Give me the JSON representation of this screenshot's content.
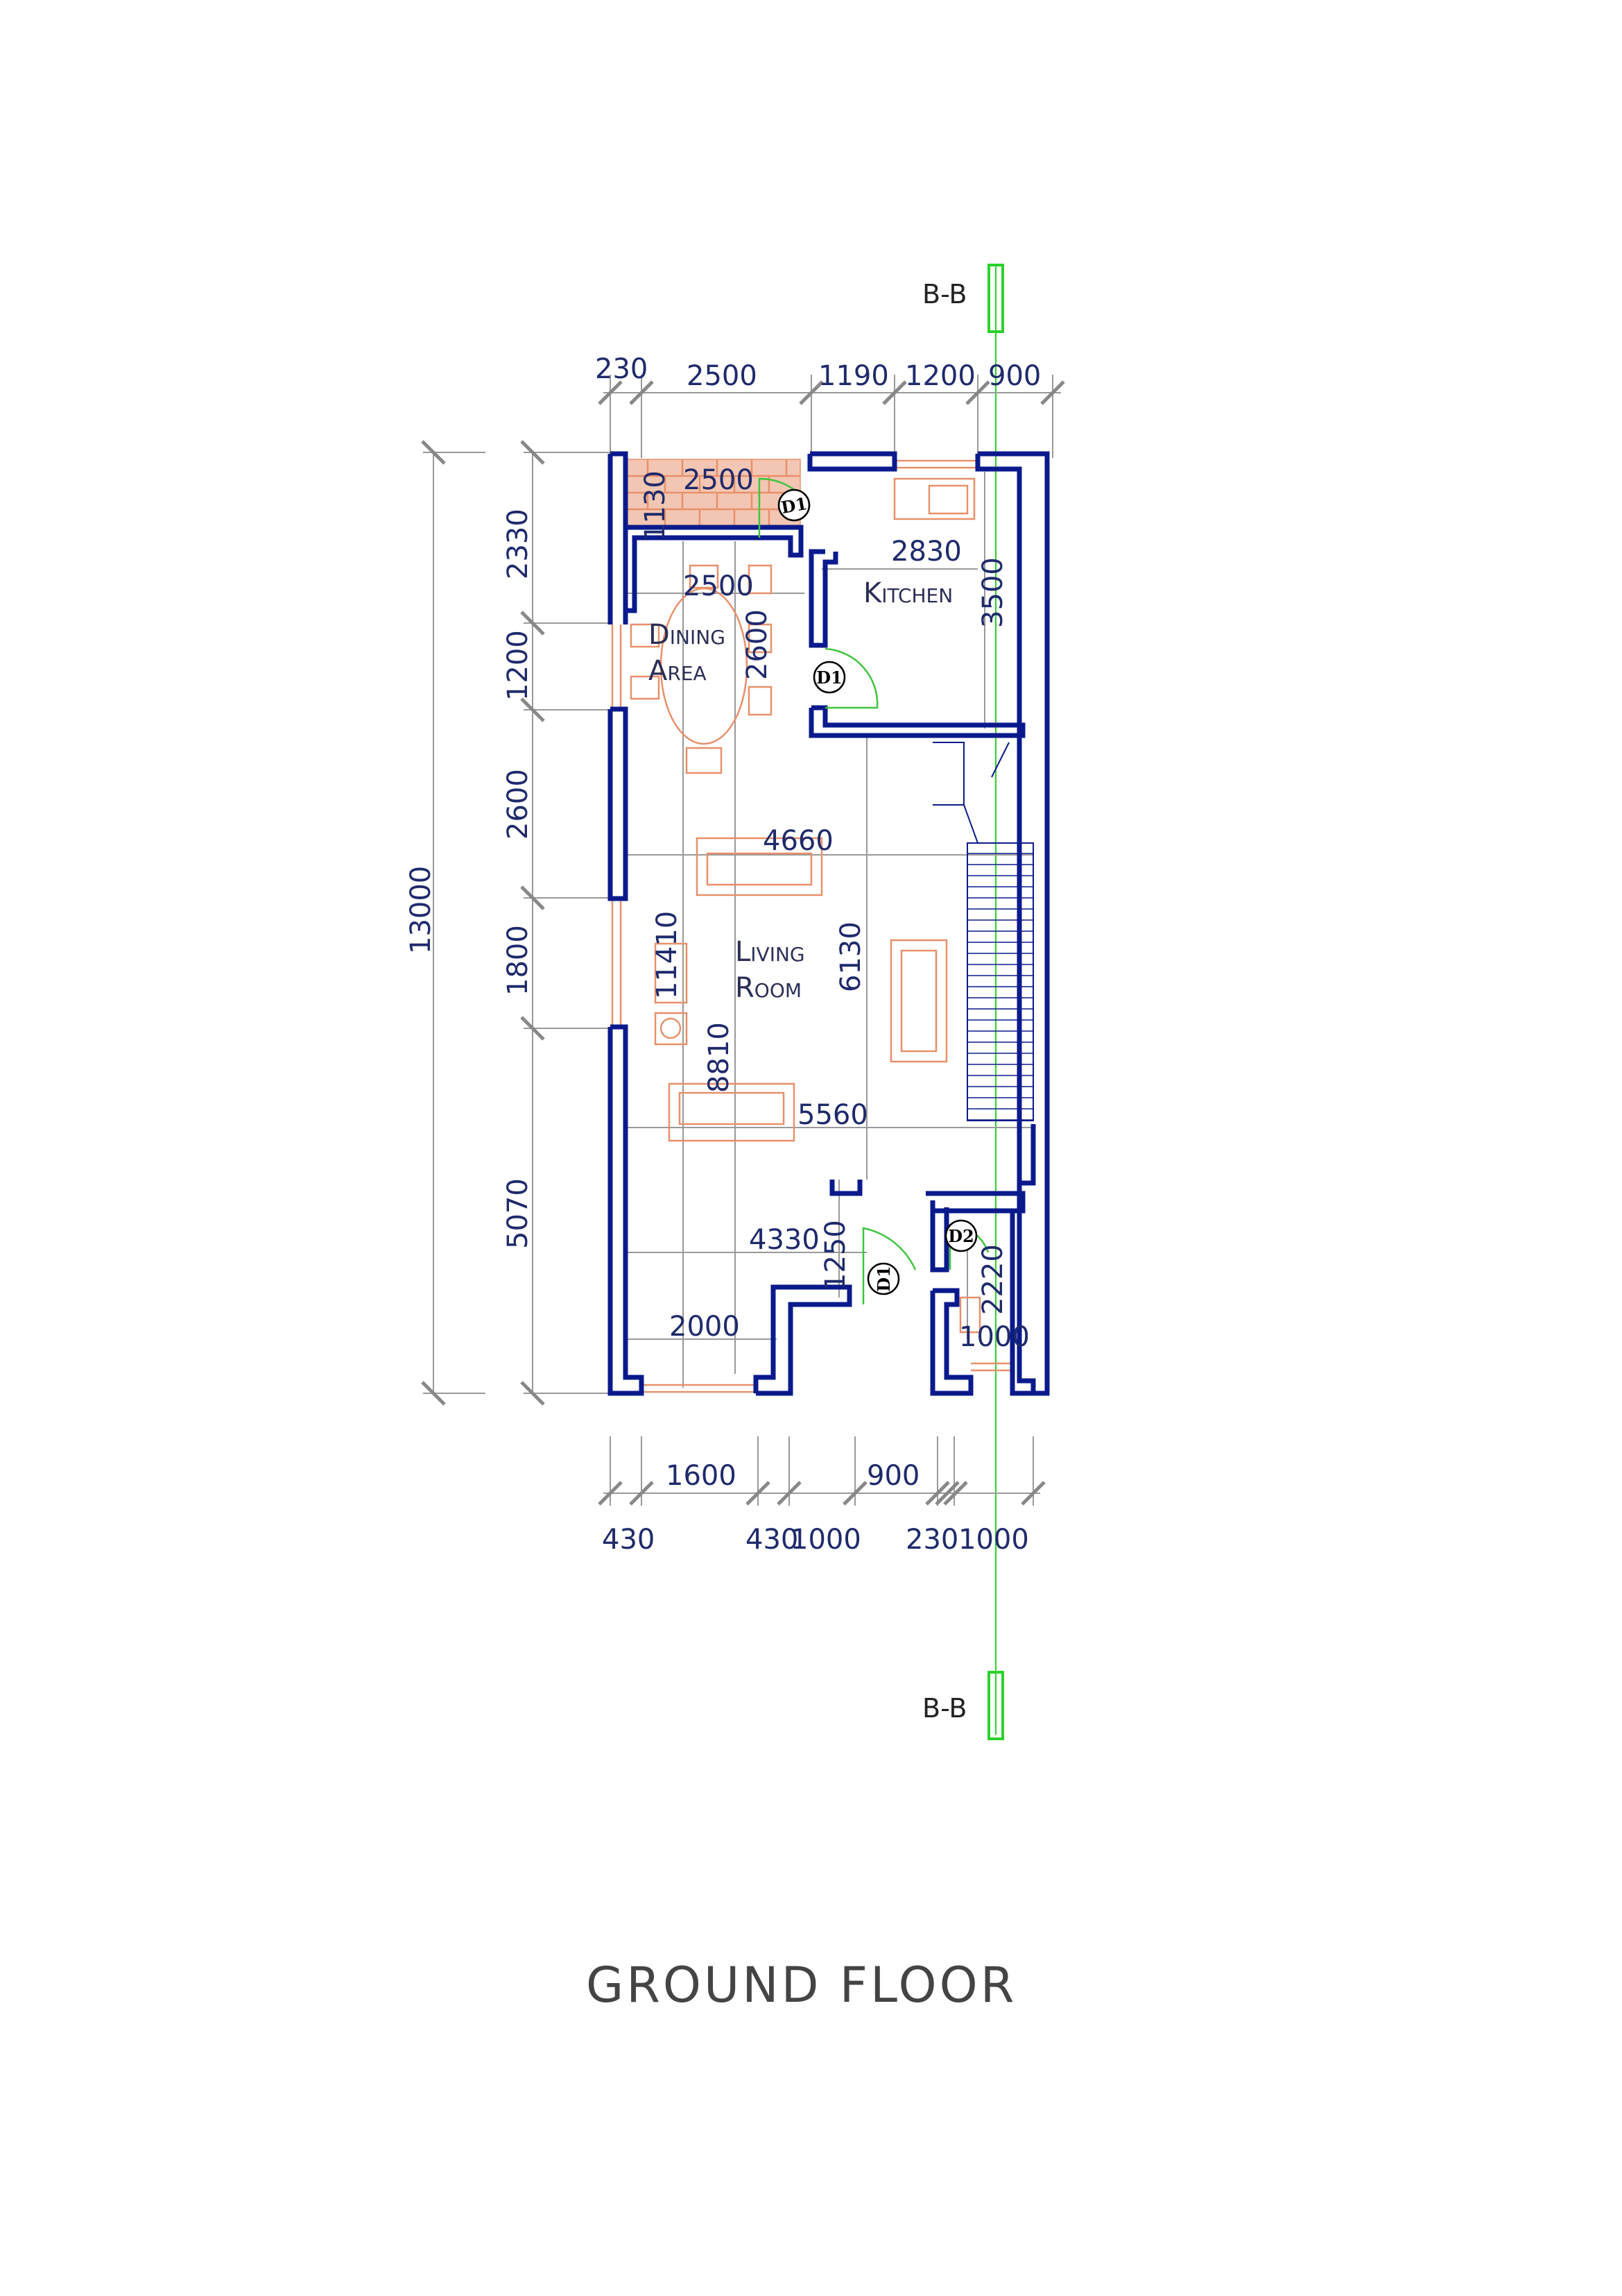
{
  "drawing_title": "GROUND FLOOR",
  "section_marker": {
    "top_label": "B-B",
    "bottom_label": "B-B"
  },
  "rooms": {
    "dining": {
      "line1": "Dining",
      "line2": "Area"
    },
    "kitchen": {
      "line1": "Kitchen"
    },
    "living": {
      "line1": "Living",
      "line2": "Room"
    }
  },
  "doors": {
    "d1": "D1",
    "d2": "D2"
  },
  "dimensions": {
    "top": [
      "230",
      "2500",
      "1190",
      "1200",
      "900"
    ],
    "left_overall": "13000",
    "left_segments": [
      "2330",
      "1200",
      "2600",
      "1800",
      "5070"
    ],
    "bottom_upper": [
      "1600",
      "900"
    ],
    "bottom_lower": [
      "430",
      "430",
      "1000",
      "230",
      "1000"
    ],
    "inner": {
      "d_2500_a": "2500",
      "d_1130": "1130",
      "d_2500_b": "2500",
      "d_2600": "2600",
      "d_2830": "2830",
      "d_3500": "3500",
      "d_4660": "4660",
      "d_11410": "11410",
      "d_6130": "6130",
      "d_8810": "8810",
      "d_5560": "5560",
      "d_4330": "4330",
      "d_1250": "1250",
      "d_2220": "2220",
      "d_2000": "2000",
      "d_1000": "1000"
    }
  },
  "colors": {
    "walls": "#0a1a8c",
    "furniture": "#e8906a",
    "section_line": "#2bd12b",
    "dimension_lines": "#999999"
  }
}
